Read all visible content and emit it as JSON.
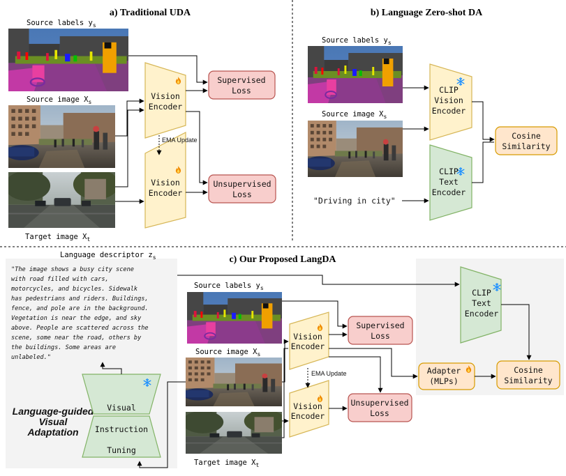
{
  "panels": {
    "a": {
      "title": "a) Traditional UDA",
      "source_labels": "Source labels y",
      "source_labels_sub": "s",
      "source_image": "Source image X",
      "source_image_sub": "s",
      "target_image": "Target image X",
      "target_image_sub": "t",
      "encoder_line1": "Vision",
      "encoder_line2": "Encoder",
      "ema_update": "EMA Update",
      "supervised_line1": "Supervised",
      "supervised_line2": "Loss",
      "unsupervised_line1": "Unsupervised",
      "unsupervised_line2": "Loss"
    },
    "b": {
      "title": "b) Language Zero-shot DA",
      "source_labels": "Source labels y",
      "source_labels_sub": "s",
      "source_image": "Source image X",
      "source_image_sub": "s",
      "clip_vision_line1": "CLIP",
      "clip_vision_line2": "Vision",
      "clip_vision_line3": "Encoder",
      "clip_text_line1": "CLIP",
      "clip_text_line2": "Text",
      "clip_text_line3": "Encoder",
      "prompt": "\"Driving in city\"",
      "cosine_line1": "Cosine",
      "cosine_line2": "Similarity"
    },
    "c": {
      "title": "c) Our Proposed LangDA",
      "language_descriptor": "Language descriptor z",
      "language_descriptor_sub": "s",
      "description_lines": [
        "\"The image shows a busy city scene",
        "with road filled with cars,",
        "motorcycles, and bicycles. Sidewalk",
        "has pedestrians and riders. Buildings,",
        "fence, and pole are in the background.",
        "Vegetation is near the edge, and sky",
        "above. People are scattered across the",
        "scene, some near the road, others by",
        "the buildings. Some areas are",
        "unlabeled.\""
      ],
      "lgva_line1": "Language-guided",
      "lgva_line2": "Visual",
      "lgva_line3": "Adaptation",
      "vit_top": "Visual",
      "vit_mid": "Instruction",
      "vit_bot": "Tuning",
      "source_labels": "Source labels y",
      "source_labels_sub": "s",
      "source_image": "Source image X",
      "source_image_sub": "s",
      "target_image": "Target image X",
      "target_image_sub": "t",
      "encoder_line1": "Vision",
      "encoder_line2": "Encoder",
      "ema_update": "EMA Update",
      "supervised_line1": "Supervised",
      "supervised_line2": "Loss",
      "unsupervised_line1": "Unsupervised",
      "unsupervised_line2": "Loss",
      "clip_text_line1": "CLIP",
      "clip_text_line2": "Text",
      "clip_text_line3": "Encoder",
      "adapter_line1": "Adapter",
      "adapter_line2": "(MLPs)",
      "cosine_line1": "Cosine",
      "cosine_line2": "Similarity"
    }
  },
  "colors": {
    "encoder_fill": "#fff2cc",
    "encoder_stroke": "#d6b656",
    "loss_fill": "#f8cecc",
    "loss_stroke": "#b85450",
    "clip_text_fill": "#d5e8d4",
    "clip_text_stroke": "#82b366",
    "cosine_fill": "#ffe6cc",
    "cosine_stroke": "#d79b00",
    "panel_bg": "#f3f3f3",
    "snowflake": "#1e90ff",
    "flame": "#f08a00"
  },
  "icons": [
    "flame-icon",
    "snowflake-icon"
  ]
}
